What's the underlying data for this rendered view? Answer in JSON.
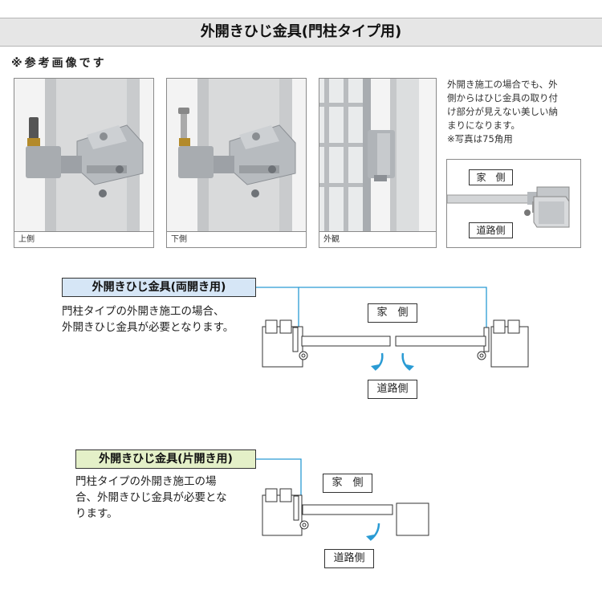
{
  "header": {
    "title": "外開きひじ金具(門柱タイプ用)"
  },
  "reference_note": "※参考画像です",
  "photos": [
    {
      "caption": "上側"
    },
    {
      "caption": "下側"
    },
    {
      "caption": "外観"
    }
  ],
  "side_note": {
    "lines": [
      "外開き施工の場合でも、外",
      "側からはひじ金具の取り付",
      "け部分が見えない美しい納",
      "まりになります。",
      "※写真は75角用"
    ]
  },
  "inset": {
    "house_label": "家　側",
    "road_label": "道路側"
  },
  "double_swing": {
    "title": "外開きひじ金具(両開き用)",
    "desc_lines": [
      "門柱タイプの外開き施工の場合、",
      "外開きひじ金具が必要となります。"
    ],
    "house_label": "家　側",
    "road_label": "道路側"
  },
  "single_swing": {
    "title": "外開きひじ金具(片開き用)",
    "desc_lines": [
      "門柱タイプの外開き施工の場",
      "合、外開きひじ金具が必要とな",
      "ります。"
    ],
    "house_label": "家　側",
    "road_label": "道路側"
  },
  "colors": {
    "header_bg": "#e6e6e6",
    "tag_blue": "#d6e6f6",
    "tag_green": "#e4f0c8",
    "leader_line": "#2a9bd4",
    "arrow": "#2a9bd4"
  }
}
